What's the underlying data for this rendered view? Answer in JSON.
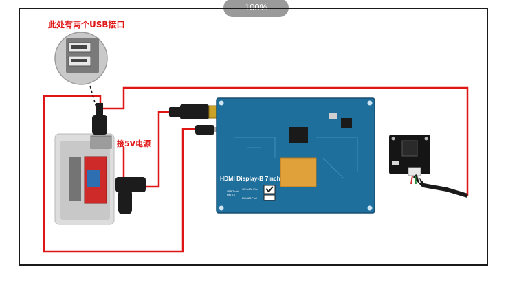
{
  "toolbar": {
    "zoom_level": "100%"
  },
  "diagram": {
    "usb_port_label": "此处有两个USB接口",
    "power_label": "接5V电源",
    "display_title": "HDMI Display-B 7inch",
    "display_board_text_1": "1024x600 Pixel",
    "display_board_text_2": "USB Touch",
    "display_board_text_3": "Rev 2.0",
    "display_board_text_4": "800x480 Pixel"
  },
  "colors": {
    "wire": "#e01515",
    "pcb_blue": "#1f6f9c",
    "frame": "#1a1a1a"
  }
}
